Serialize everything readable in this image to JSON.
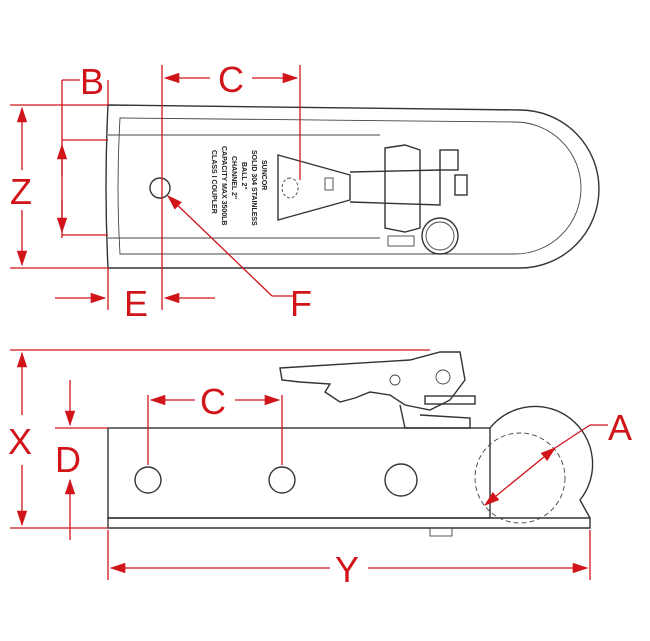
{
  "labels": {
    "B": "B",
    "C_top": "C",
    "Z": "Z",
    "E": "E",
    "F": "F",
    "X": "X",
    "D": "D",
    "C_side": "C",
    "A": "A",
    "Y": "Y"
  },
  "stamp": {
    "brand": "SUNCOR",
    "lines": [
      "SOLID 304 STAINLESS",
      "BALL 2\"",
      "CHANNEL 2\"",
      "CAPACITY MAX 3500LB",
      "CLASS I COUPLER"
    ]
  },
  "colors": {
    "dimension": "#d0141a",
    "outline": "#333333"
  }
}
